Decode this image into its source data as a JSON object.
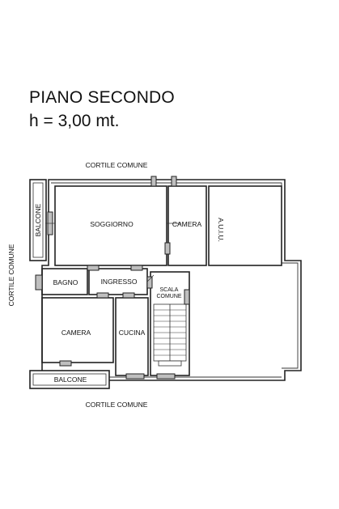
{
  "header": {
    "title": "PIANO SECONDO",
    "height_label": "h =  3,00 mt."
  },
  "plan": {
    "courtyard_top": "CORTILE COMUNE",
    "courtyard_bottom": "CORTILE COMUNE",
    "courtyard_left": "CORTILE COMUNE",
    "rooms": {
      "balcone_left": "BALCONE",
      "soggiorno": "SOGGIORNO",
      "camera_top": "CAMERA",
      "auiu": "A.U.I.U.",
      "bagno": "BAGNO",
      "ingresso": "INGRESSO",
      "scala_line1": "SCALA",
      "scala_line2": "COMUNE",
      "camera_bottom": "CAMERA",
      "cucina": "CUCINA",
      "balcone_bottom": "BALCONE"
    }
  }
}
